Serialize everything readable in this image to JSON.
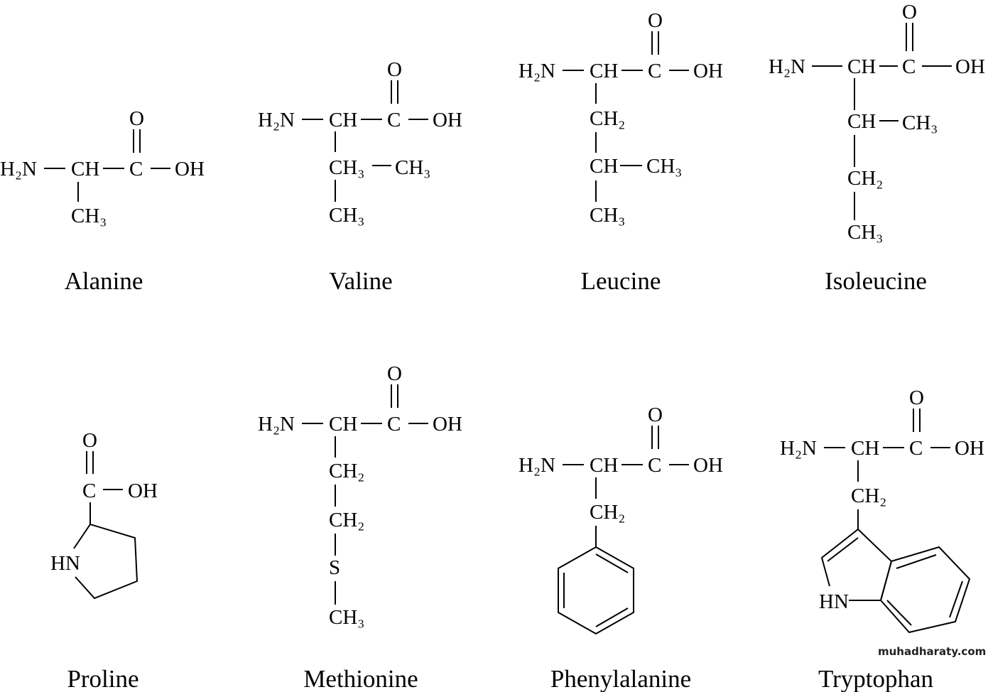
{
  "molecules": [
    {
      "name": "Alanine",
      "atoms": [
        "H₂N",
        "CH",
        "C",
        "OH",
        "O",
        "CH₃"
      ]
    },
    {
      "name": "Valine",
      "atoms": [
        "H₂N",
        "CH",
        "C",
        "OH",
        "O",
        "CH₃",
        "CH₃",
        "CH₃"
      ]
    },
    {
      "name": "Leucine",
      "atoms": [
        "H₂N",
        "CH",
        "C",
        "OH",
        "O",
        "CH₂",
        "CH",
        "CH₃",
        "CH₃"
      ]
    },
    {
      "name": "Isoleucine",
      "atoms": [
        "H₂N",
        "CH",
        "C",
        "OH",
        "O",
        "CH",
        "CH₃",
        "CH₂",
        "CH₃"
      ]
    },
    {
      "name": "Proline",
      "atoms": [
        "O",
        "C",
        "OH",
        "HN"
      ]
    },
    {
      "name": "Methionine",
      "atoms": [
        "H₂N",
        "CH",
        "C",
        "OH",
        "O",
        "CH₂",
        "CH₂",
        "S",
        "CH₃"
      ]
    },
    {
      "name": "Phenylalanine",
      "atoms": [
        "H₂N",
        "CH",
        "C",
        "OH",
        "O",
        "CH₂"
      ]
    },
    {
      "name": "Tryptophan",
      "atoms": [
        "H₂N",
        "CH",
        "C",
        "OH",
        "O",
        "CH₂",
        "HN"
      ]
    }
  ],
  "watermark": "muhadharaty.com"
}
